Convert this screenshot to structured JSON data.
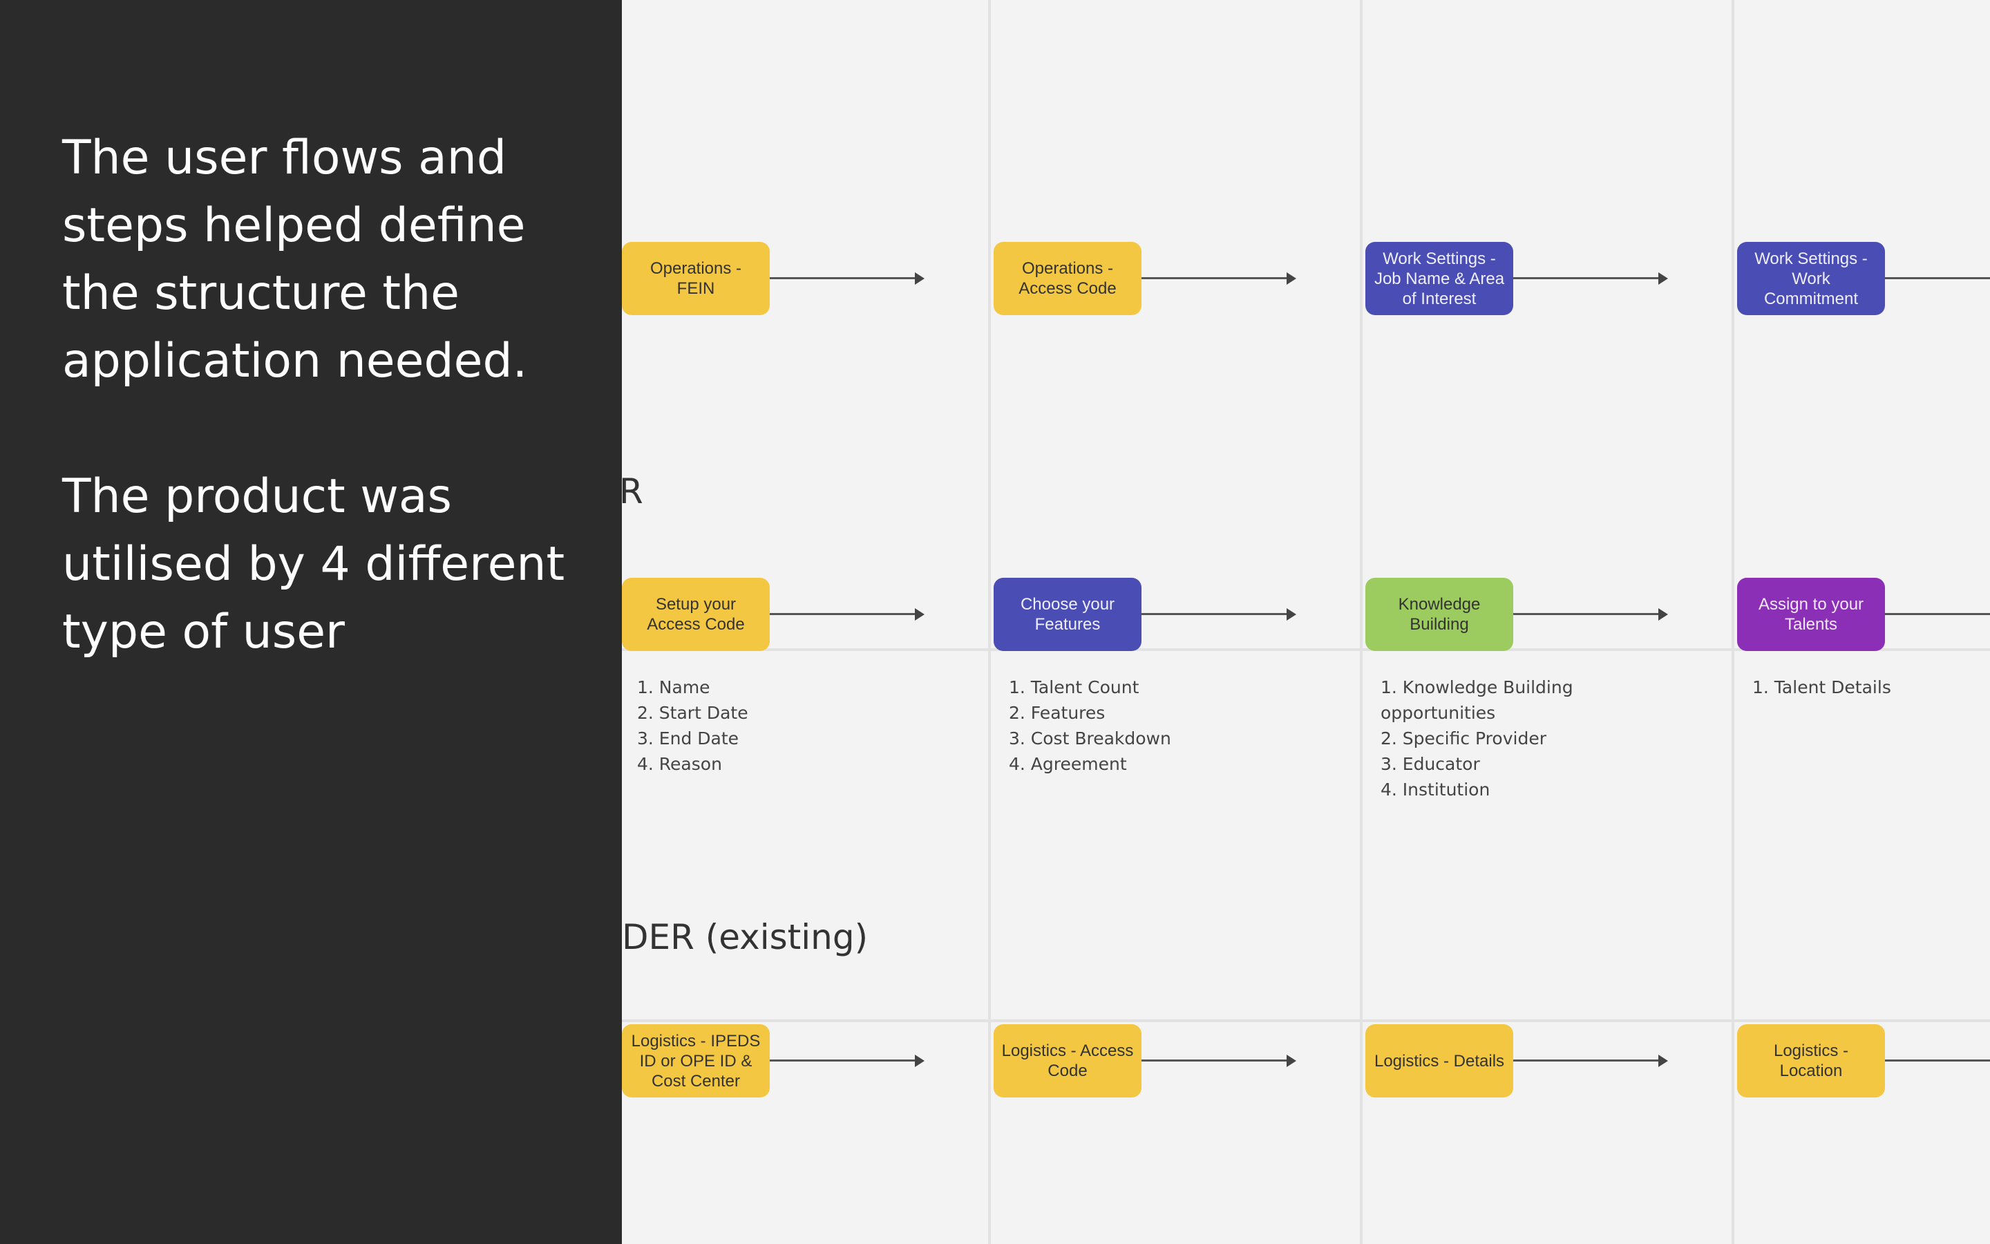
{
  "sidebar": {
    "paragraph_1": "The user flows and steps helped define the structure the application needed.",
    "paragraph_2": "The product was utilised by 4 different type of user"
  },
  "colors": {
    "sidebar_bg": "#2b2b2b",
    "canvas_bg": "#f3f3f3",
    "yellow": "#f4c743",
    "blue": "#4a4db3",
    "green": "#9ccc5f",
    "purple": "#8a2fb6"
  },
  "diagram": {
    "section_labels": {
      "row2": "R",
      "row3": "DER (existing)"
    },
    "rows": [
      {
        "nodes": [
          {
            "label": "Operations -\nFEIN",
            "color": "yellow"
          },
          {
            "label": "Operations -\nAccess Code",
            "color": "yellow"
          },
          {
            "label": "Work Settings -\nJob Name & Area\nof Interest",
            "color": "blue"
          },
          {
            "label": "Work Settings -\nWork\nCommitment",
            "color": "blue"
          }
        ]
      },
      {
        "nodes": [
          {
            "label": "Setup your\nAccess Code",
            "color": "yellow",
            "steps": [
              "1. Name",
              "2. Start Date",
              "3. End Date",
              "4. Reason"
            ]
          },
          {
            "label": "Choose your\nFeatures",
            "color": "blue",
            "steps": [
              "1. Talent Count",
              "2. Features",
              "3. Cost Breakdown",
              "4. Agreement"
            ]
          },
          {
            "label": "Knowledge\nBuilding",
            "color": "green",
            "steps": [
              "1. Knowledge Building\n    opportunities",
              "2. Specific Provider",
              "3. Educator",
              "4. Institution"
            ]
          },
          {
            "label": "Assign to your\nTalents",
            "color": "purple",
            "steps": [
              "1. Talent Details"
            ]
          }
        ]
      },
      {
        "nodes": [
          {
            "label": "Logistics - IPEDS\nID or OPE ID &\nCost Center",
            "color": "yellow"
          },
          {
            "label": "Logistics - Access\nCode",
            "color": "yellow"
          },
          {
            "label": "Logistics - Details",
            "color": "yellow"
          },
          {
            "label": "Logistics -\nLocation",
            "color": "yellow"
          }
        ]
      }
    ]
  }
}
